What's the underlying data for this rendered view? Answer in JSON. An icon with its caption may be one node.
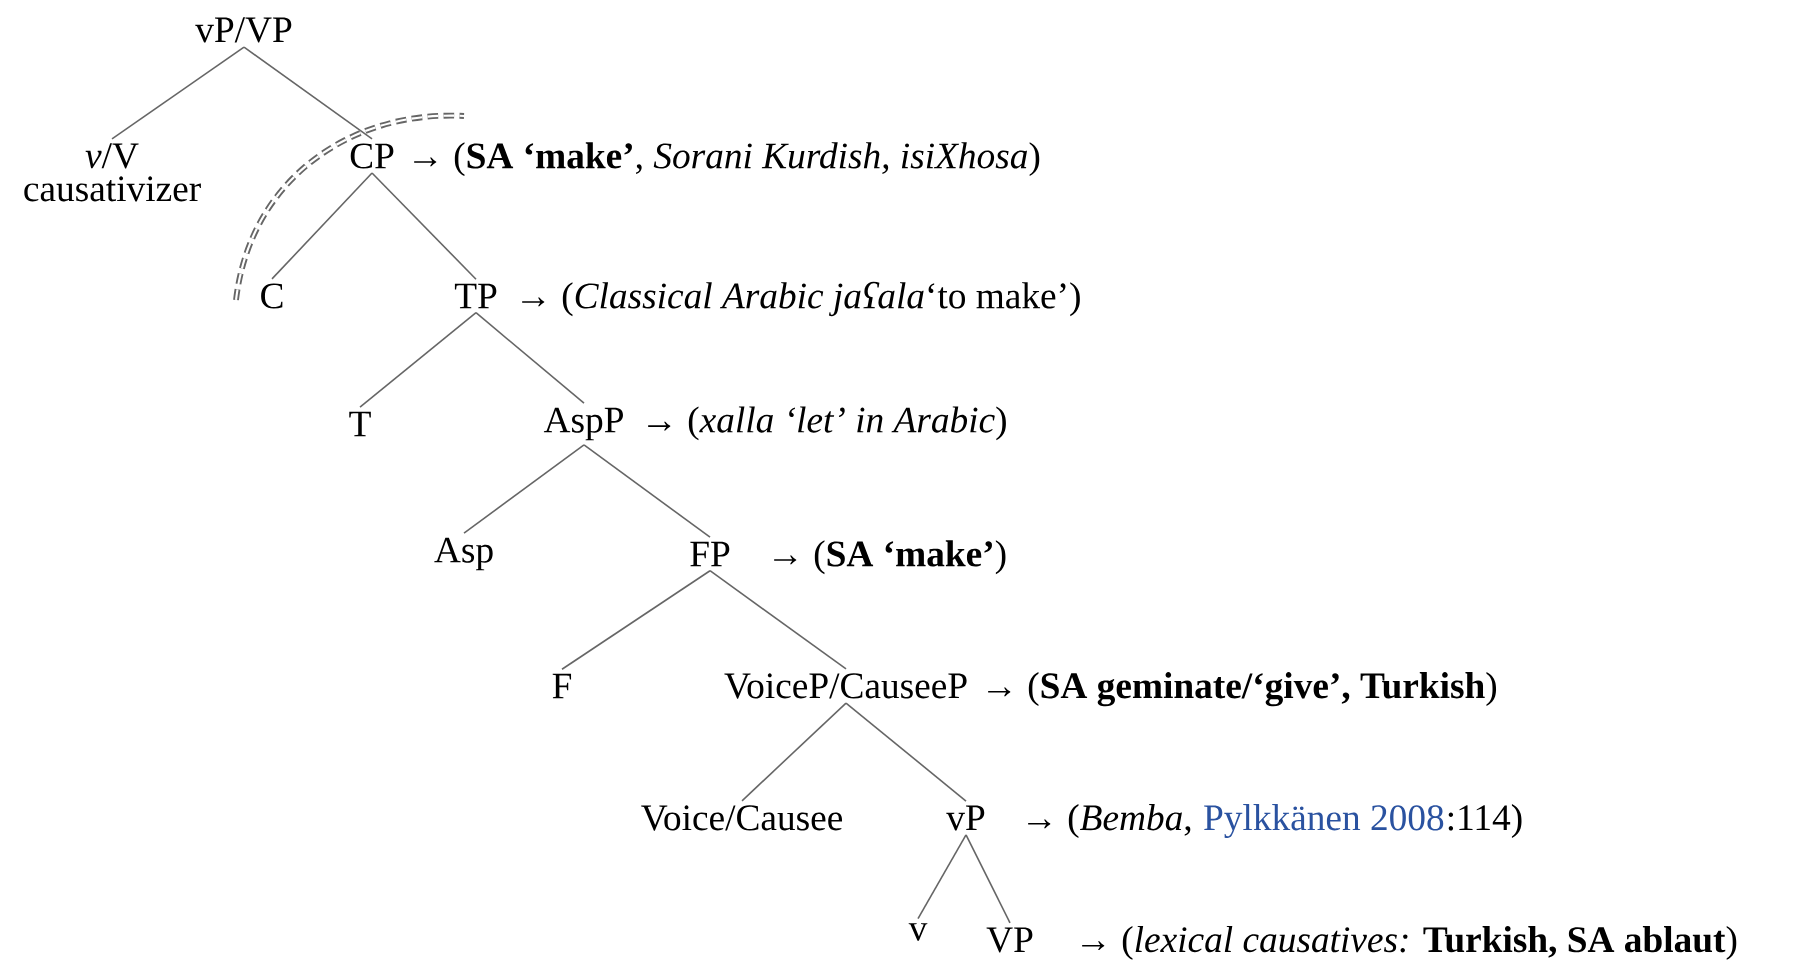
{
  "diagram": {
    "nodes": [
      {
        "text": [
          "vP/VP"
        ]
      },
      {
        "text": [
          "*v*/V",
          "causativizer"
        ]
      },
      {
        "text": [
          "CP"
        ],
        "beside": [
          "→ (**SA ‘make’**, *Sorani Kurdish, isiXhosa*)"
        ]
      },
      {
        "text": [
          "C"
        ]
      },
      {
        "text": [
          "TP"
        ],
        "beside": [
          "→ (*Classical Arabic jaʕala*‘to make’)"
        ]
      },
      {
        "text": [
          "T"
        ]
      },
      {
        "text": [
          "AspP"
        ],
        "beside": [
          "→ (*xalla ‘let’ in Arabic*)"
        ]
      },
      {
        "text": [
          "Asp"
        ]
      },
      {
        "text": [
          "FP"
        ],
        "beside": [
          "→ (**SA ‘make’**)"
        ]
      },
      {
        "text": [
          "F"
        ]
      },
      {
        "text": [
          "VoiceP/CauseeP"
        ],
        "beside": [
          "→ (**SA geminate/‘give’, Turkish**)"
        ]
      },
      {
        "text": [
          "Voice/Causee"
        ]
      },
      {
        "text": [
          "vP"
        ],
        "beside": [
          "→ (*Bemba*,",
          "Pylkkänen 2008",
          ":114)"
        ]
      },
      {
        "text": [
          "v"
        ]
      },
      {
        "text": [
          "VP"
        ],
        "beside": [
          "→ (*lexical causatives:* **Turkish, SA ablaut**)"
        ]
      }
    ],
    "edges": [
      {
        "from": 0,
        "to": 1,
        "arrow": "none"
      },
      {
        "from": 0,
        "to": 2,
        "arrow": "none"
      },
      {
        "from": 2,
        "to": 3,
        "arrow": "none"
      },
      {
        "from": 2,
        "to": 4,
        "arrow": "none"
      },
      {
        "from": 4,
        "to": 5,
        "arrow": "none"
      },
      {
        "from": 4,
        "to": 6,
        "arrow": "none"
      },
      {
        "from": 6,
        "to": 7,
        "arrow": "none"
      },
      {
        "from": 6,
        "to": 8,
        "arrow": "none"
      },
      {
        "from": 8,
        "to": 9,
        "arrow": "none"
      },
      {
        "from": 8,
        "to": 10,
        "arrow": "none"
      },
      {
        "from": 10,
        "to": 11,
        "arrow": "none"
      },
      {
        "from": 10,
        "to": 12,
        "arrow": "none"
      },
      {
        "from": 12,
        "to": 13,
        "arrow": "none"
      },
      {
        "from": 12,
        "to": 14,
        "arrow": "none"
      }
    ]
  }
}
